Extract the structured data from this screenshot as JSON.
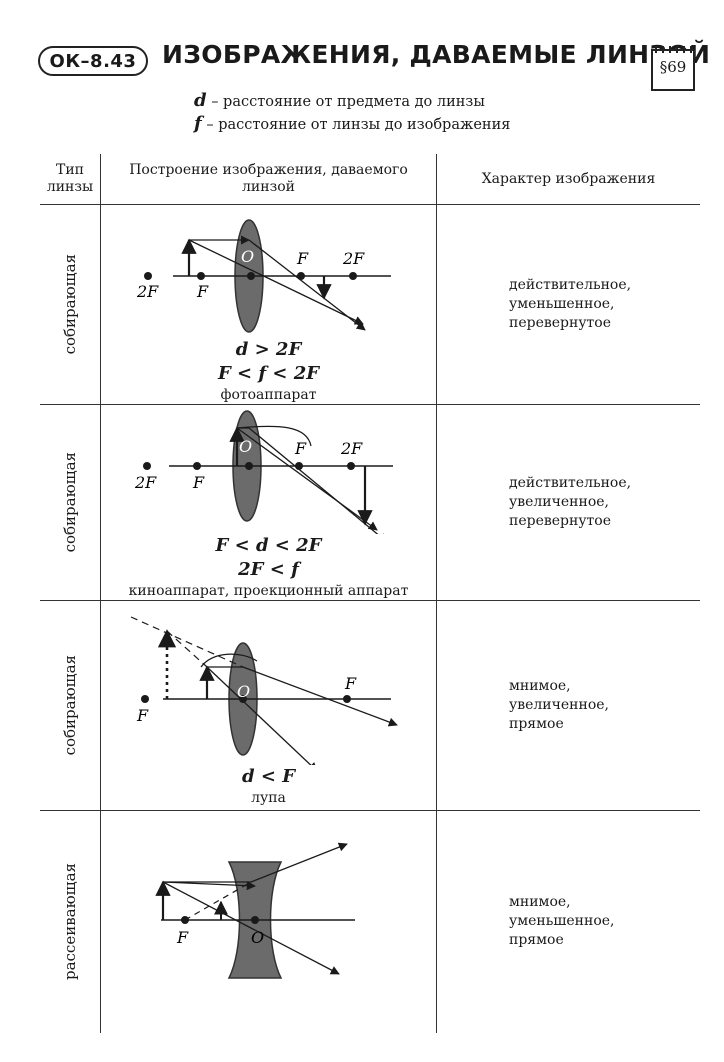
{
  "header": {
    "code": "ОК–8.43",
    "title": "ИЗОБРАЖЕНИЯ, ДАВАЕМЫЕ ЛИНЗОЙ",
    "section": "§69"
  },
  "legend": [
    {
      "var": "d",
      "text": "– расстояние от предмета до линзы"
    },
    {
      "var": "f",
      "text": "– расстояние от линзы до изображения"
    }
  ],
  "table": {
    "headers": {
      "type": "Тип линзы",
      "construction": "Построение изображения, даваемого линзой",
      "character": "Характер изображения"
    },
    "rows": [
      {
        "lens_type": "собирающая",
        "labels": {
          "f2a": "2F",
          "fa": "F",
          "o": "O",
          "fb": "F",
          "f2b": "2F"
        },
        "conditions": [
          "d > 2F",
          "F < f < 2F"
        ],
        "device": "фотоаппарат",
        "character": [
          "действительное,",
          "уменьшенное,",
          "перевернутое"
        ]
      },
      {
        "lens_type": "собирающая",
        "labels": {
          "f2a": "2F",
          "fa": "F",
          "o": "O",
          "fb": "F",
          "f2b": "2F"
        },
        "conditions": [
          "F < d < 2F",
          "2F < f"
        ],
        "device": "киноаппарат, проекционный аппарат",
        "character": [
          "действительное,",
          "увеличенное,",
          "перевернутое"
        ]
      },
      {
        "lens_type": "собирающая",
        "labels": {
          "fa": "F",
          "o": "O",
          "fb": "F"
        },
        "conditions": [
          "d < F"
        ],
        "device": "лупа",
        "character": [
          "мнимое,",
          "увеличенное,",
          "прямое"
        ]
      },
      {
        "lens_type": "рассеивающая",
        "labels": {
          "fa": "F",
          "o": "O"
        },
        "conditions": [],
        "device": "",
        "character": [
          "мнимое,",
          "уменьшенное,",
          "прямое"
        ]
      }
    ]
  },
  "colors": {
    "lens": "#6b6b6b",
    "ink": "#1a1a1a"
  }
}
